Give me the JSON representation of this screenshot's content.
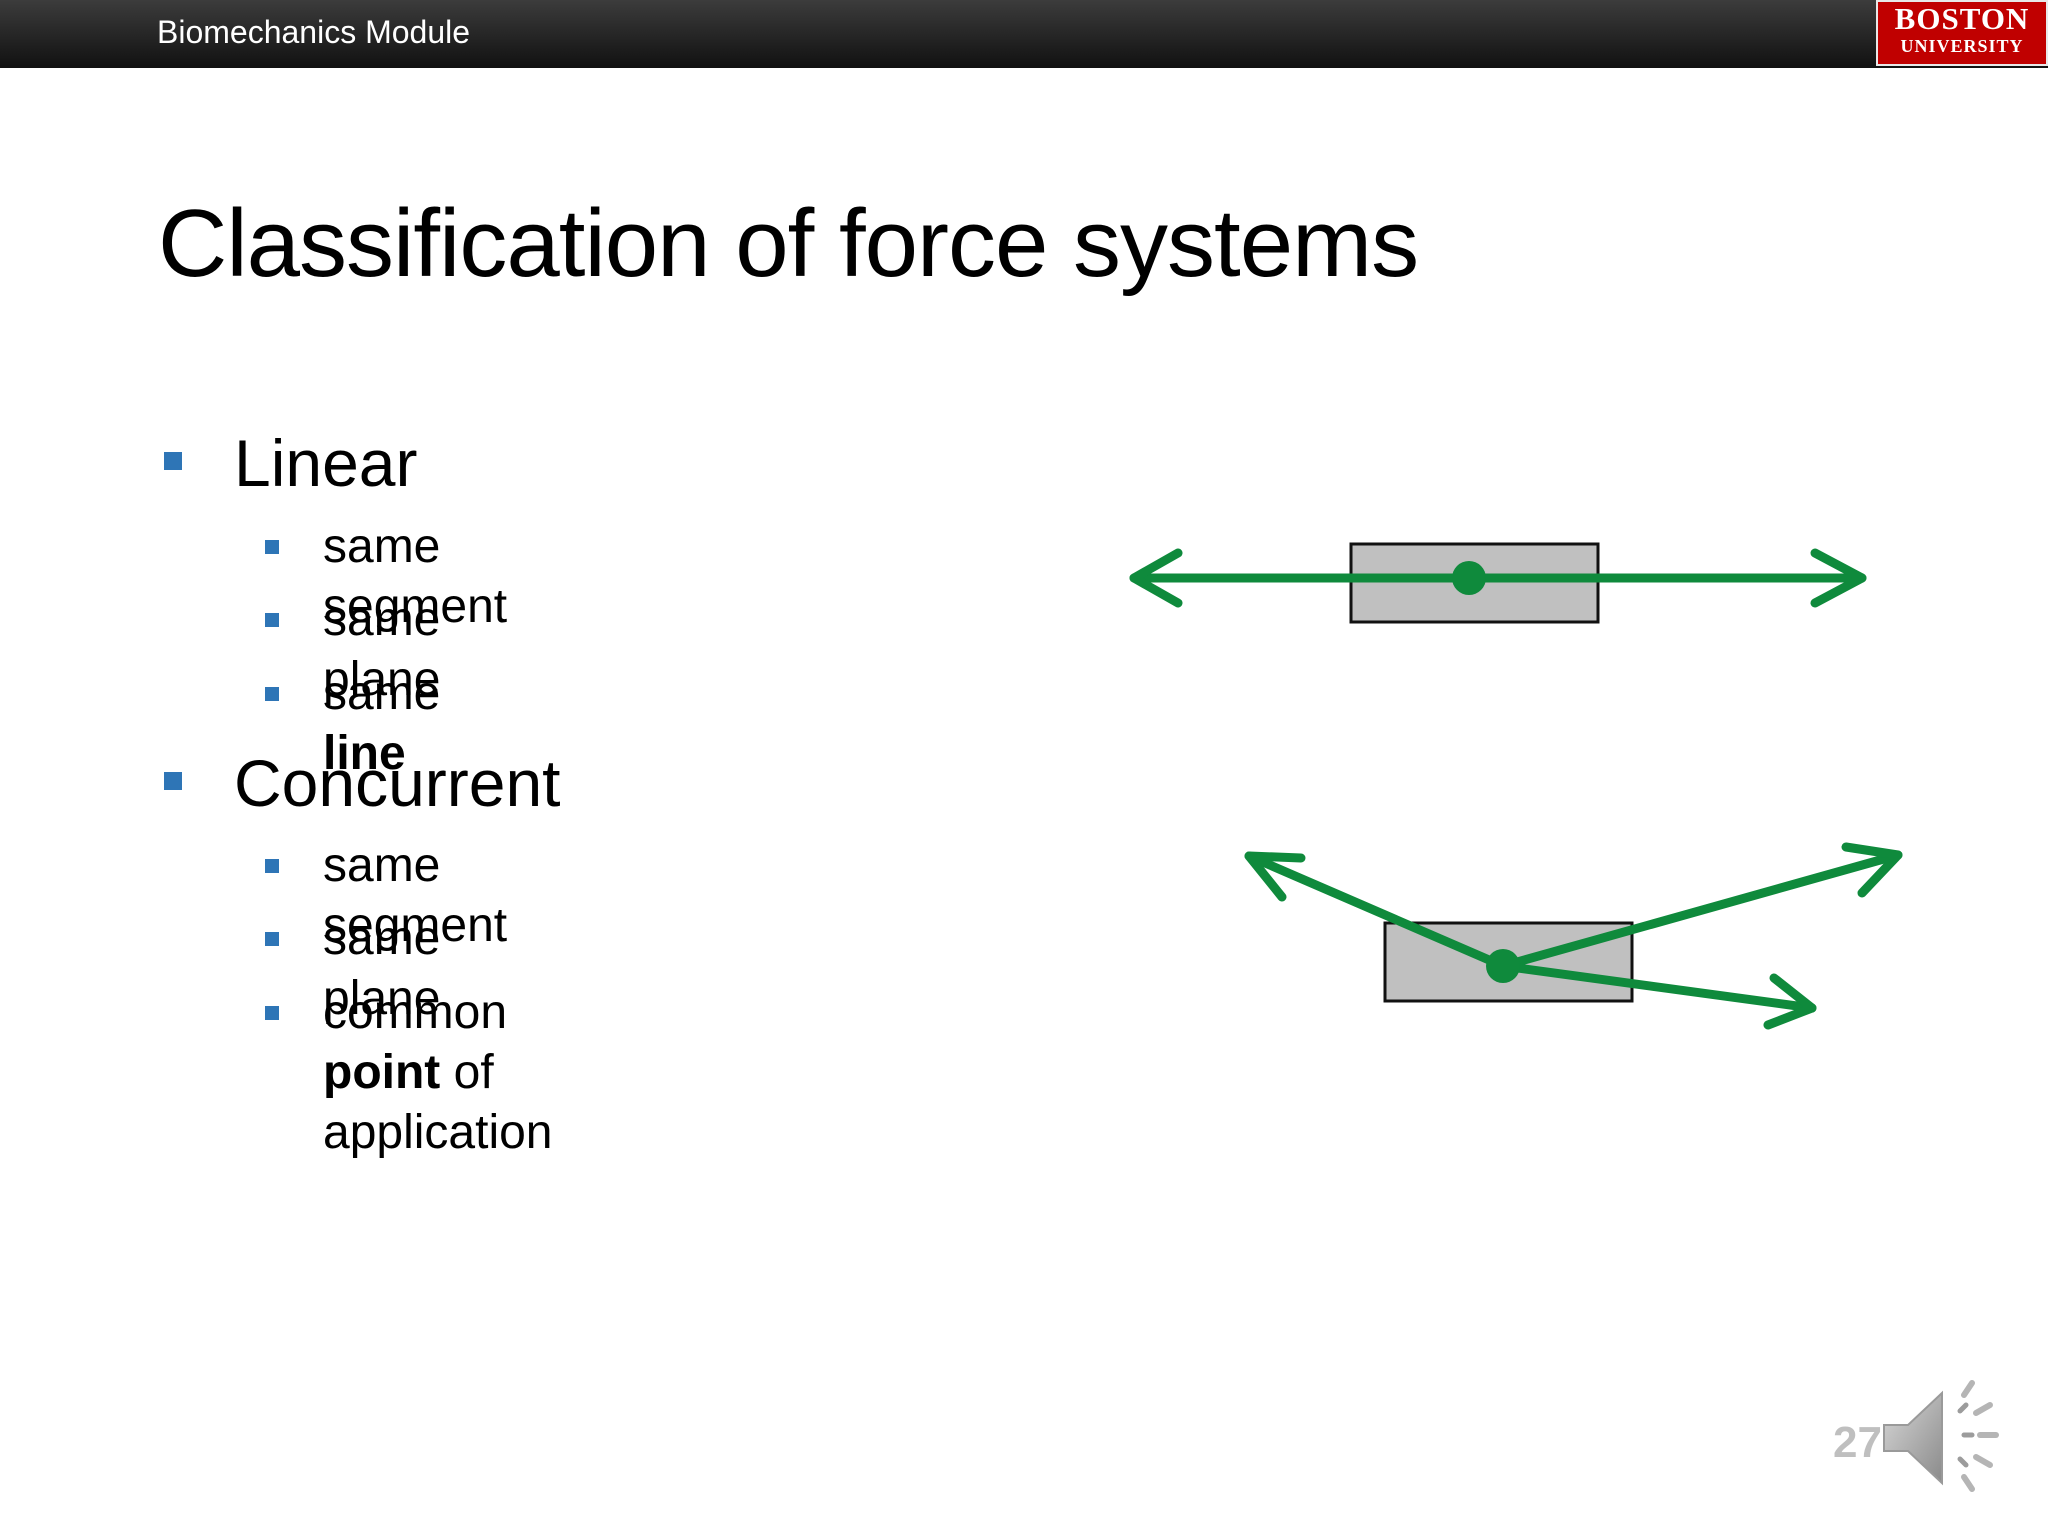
{
  "header": {
    "module": "Biomechanics Module"
  },
  "logo": {
    "line1": "BOSTON",
    "line2": "UNIVERSITY"
  },
  "slide": {
    "title": "Classification of force systems",
    "sections": [
      {
        "heading": "Linear",
        "items": [
          {
            "pre": "same segment",
            "bold": "",
            "post": ""
          },
          {
            "pre": "same plane",
            "bold": "",
            "post": ""
          },
          {
            "pre": "same ",
            "bold": "line",
            "post": ""
          }
        ]
      },
      {
        "heading": "Concurrent",
        "items": [
          {
            "pre": "same segment",
            "bold": "",
            "post": ""
          },
          {
            "pre": "same plane",
            "bold": "",
            "post": ""
          },
          {
            "pre": "common ",
            "bold": "point",
            "post": " of application"
          }
        ]
      }
    ],
    "page_number": "27"
  },
  "colors": {
    "force_arrow": "#0f8a3c",
    "bullet": "#2e75b6",
    "segment_fill": "#c0c0c0"
  },
  "icons": {
    "audio": "speaker-icon"
  }
}
